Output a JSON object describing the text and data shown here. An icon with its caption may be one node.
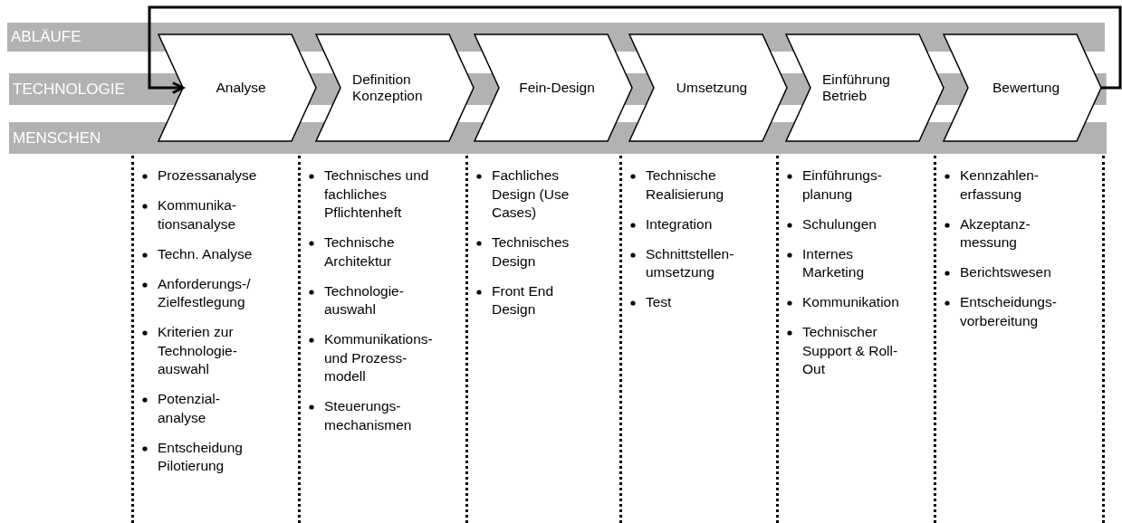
{
  "diagram": {
    "nodes": [
      {
        "text": [
          "ABLÄUFE"
        ]
      },
      {
        "text": [
          "TECHNOLOGIE"
        ]
      },
      {
        "text": [
          "MENSCHEN"
        ]
      },
      {
        "text": [
          "Analyse"
        ],
        "beside": [
          "Prozessanalyse",
          "Kommunika- tionsanalyse",
          "Techn. Analyse",
          "Anforderungs-/ Zielfestlegung",
          "Kriterien zur Technologie- auswahl",
          "Potenzial- analyse",
          "Entscheidung Pilotierung"
        ]
      },
      {
        "text": [
          "Definition Konzeption"
        ],
        "beside": [
          "Technisches und fachliches Pflichtenheft",
          "Technische Architektur",
          "Technologie- auswahl",
          "Kommunikations- und Prozess- modell",
          "Steuerungs- mechanismen"
        ]
      },
      {
        "text": [
          "Fein-Design"
        ],
        "beside": [
          "Fachliches Design (Use Cases)",
          "Technisches Design",
          "Front End Design"
        ]
      },
      {
        "text": [
          "Umsetzung"
        ],
        "beside": [
          "Technische Realisierung",
          "Integration",
          "Schnittstellen- umsetzung",
          "Test"
        ]
      },
      {
        "text": [
          "Einführung Betrieb"
        ],
        "beside": [
          "Einführungs- planung",
          "Schulungen",
          "Internes Marketing",
          "Kommunikation",
          "Technischer Support & Roll- Out"
        ]
      },
      {
        "text": [
          "Bewertung"
        ],
        "beside": [
          "Kennzahlen- erfassung",
          "Akzeptanz- messung",
          "Berichtswesen",
          "Entscheidungs- vorbereitung"
        ]
      }
    ],
    "edges": [
      {
        "from": 8,
        "to": 3,
        "arrow": "to"
      }
    ]
  }
}
